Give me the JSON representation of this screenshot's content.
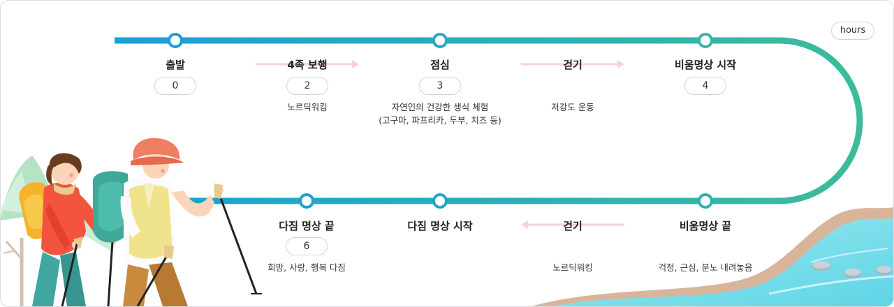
{
  "units_label": "hours",
  "colors": {
    "track_start": "#1a9fd6",
    "track_end": "#3dbb9b",
    "arrow": "#f8cfd9",
    "node_fill": "#ffffff"
  },
  "steps": [
    {
      "label": "출발",
      "value": "0",
      "desc": ""
    },
    {
      "label": "4족 보행",
      "value": "2",
      "desc": "노르딕워킹"
    },
    {
      "label": "점심",
      "value": "3",
      "desc": "자연인의 건강한 생식 체험\n(고구마, 파프리카, 두부, 치즈 등)"
    },
    {
      "label": "걷기",
      "value": "",
      "desc": "저강도 운동"
    },
    {
      "label": "비움명상 시작",
      "value": "4",
      "desc": ""
    },
    {
      "label": "비움명상 끝",
      "value": "",
      "desc": "걱정, 근심, 분노 내려놓음"
    },
    {
      "label": "걷기",
      "value": "",
      "desc": "노르딕워킹"
    },
    {
      "label": "다짐 명상 시작",
      "value": "",
      "desc": ""
    },
    {
      "label": "다짐 명상 끝",
      "value": "6",
      "desc": "희망, 사랑, 행복 다짐"
    }
  ],
  "illustration": {
    "icons": [
      "hikers-icon",
      "trekking-poles-icon",
      "tree-icon",
      "river-icon",
      "stepping-stones-icon"
    ]
  }
}
